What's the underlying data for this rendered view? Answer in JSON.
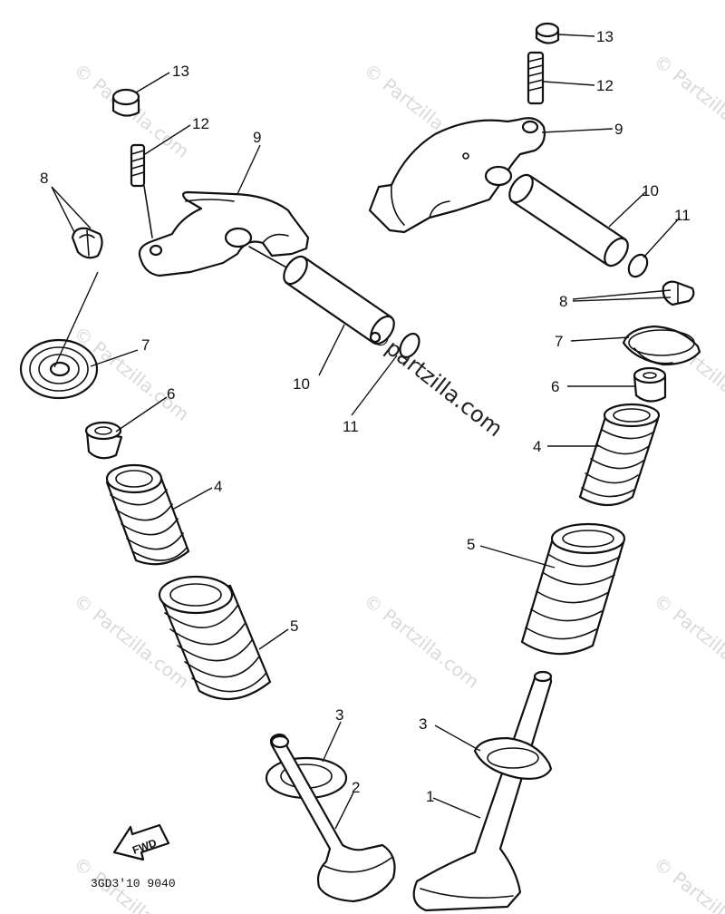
{
  "watermark": {
    "small": "© Partzilla.com",
    "large": "©partzilla.com"
  },
  "diagram_code": "3GD3'10 9040",
  "fwd_label": "FWD",
  "callouts": {
    "c1_right": "1",
    "c2_left": "2",
    "c3_left": "3",
    "c3_right": "3",
    "c4_left": "4",
    "c4_right": "4",
    "c5_left": "5",
    "c5_right": "5",
    "c6_left": "6",
    "c6_right": "6",
    "c7_left": "7",
    "c7_right": "7",
    "c8_left": "8",
    "c8_right": "8",
    "c9_left": "9",
    "c9_right": "9",
    "c10_left": "10",
    "c10_right": "10",
    "c11_left": "11",
    "c11_right": "11",
    "c12_left": "12",
    "c12_right": "12",
    "c13_left": "13",
    "c13_right": "13"
  }
}
